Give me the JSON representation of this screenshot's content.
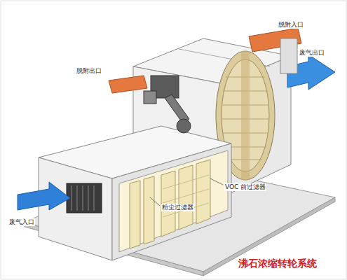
{
  "diagram": {
    "caption": "沸石浓缩转轮系统",
    "labels": [
      "脱附入口",
      "废气出口",
      "脱附出口",
      "VOC 前过滤器",
      "粉尘过滤器",
      "废气入口"
    ]
  }
}
